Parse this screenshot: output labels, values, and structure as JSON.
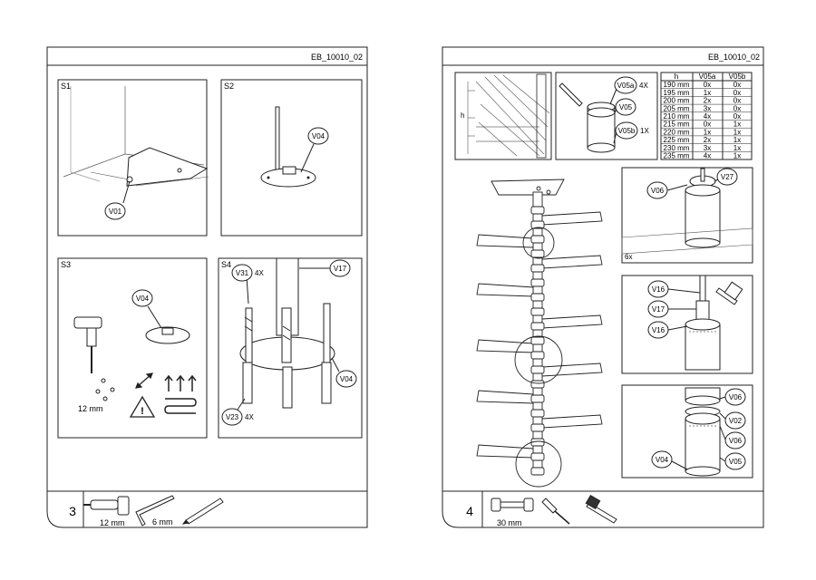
{
  "left_page": {
    "doc_code": "EB_10010_02",
    "page_number": "3",
    "steps": {
      "s1": {
        "label": "S1",
        "parts": [
          "V01"
        ]
      },
      "s2": {
        "label": "S2",
        "parts": [
          "V04"
        ]
      },
      "s3": {
        "label": "S3",
        "parts": [
          "V04"
        ],
        "drill_size": "12 mm"
      },
      "s4": {
        "label": "S4",
        "parts": [
          "V31",
          "V17",
          "V04",
          "V23"
        ],
        "v31_qty": "4X",
        "v23_qty": "4X"
      }
    },
    "tools": [
      "drill-icon",
      "allen-key-icon",
      "pencil-icon"
    ],
    "tool_labels": {
      "drill": "12 mm",
      "allen_key": "6 mm"
    }
  },
  "right_page": {
    "doc_code": "EB_10010_02",
    "page_number": "4",
    "table": {
      "headers": [
        "h",
        "V05a",
        "V05b"
      ],
      "rows": [
        [
          "190 mm",
          "0x",
          "0x"
        ],
        [
          "195 mm",
          "1x",
          "0x"
        ],
        [
          "200 mm",
          "2x",
          "0x"
        ],
        [
          "205 mm",
          "3x",
          "0x"
        ],
        [
          "210 mm",
          "4x",
          "0x"
        ],
        [
          "215 mm",
          "0x",
          "1x"
        ],
        [
          "220 mm",
          "1x",
          "1x"
        ],
        [
          "225 mm",
          "2x",
          "1x"
        ],
        [
          "230 mm",
          "3x",
          "1x"
        ],
        [
          "235 mm",
          "4x",
          "1x"
        ]
      ]
    },
    "spacer_callouts": {
      "v05a": "V05a",
      "v05a_qty": "4X",
      "v05": "V05",
      "v05b": "V05b",
      "v05b_qty": "1X",
      "h": "h"
    },
    "detail1": {
      "parts": [
        "V06",
        "V27"
      ],
      "repeat": "6x"
    },
    "detail2": {
      "parts": [
        "V16",
        "V17",
        "V16"
      ]
    },
    "detail3": {
      "parts": [
        "V06",
        "V02",
        "V06",
        "V04",
        "V05"
      ]
    },
    "tools": [
      "wrench-icon",
      "screwdriver-icon",
      "clamp-icon"
    ],
    "tool_labels": {
      "wrench": "30 mm"
    }
  }
}
